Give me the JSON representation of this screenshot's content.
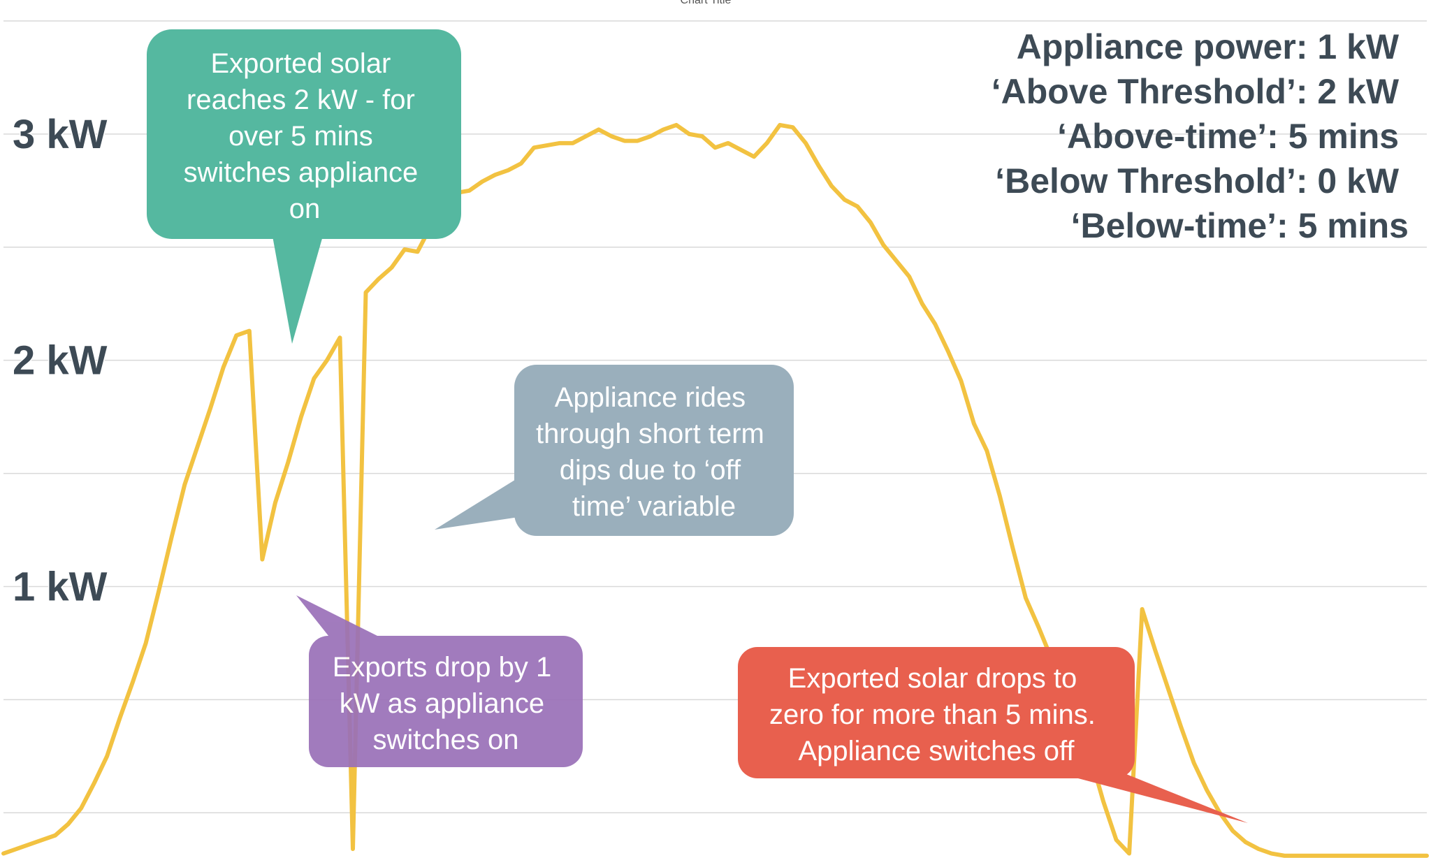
{
  "chart_data": {
    "type": "line",
    "title": "Chart Title",
    "xlabel": "",
    "ylabel": "",
    "ylim": [
      -0.2,
      3.5
    ],
    "y_ticks": [
      {
        "value": 3,
        "label": "3 kW"
      },
      {
        "value": 2,
        "label": "2 kW"
      },
      {
        "value": 1,
        "label": "1 kW"
      }
    ],
    "grid": true,
    "series": [
      {
        "color": "#f2c241",
        "x": [
          0,
          2,
          4,
          6,
          8,
          10,
          12,
          14,
          16,
          18,
          20,
          22,
          24,
          26,
          28,
          30,
          32,
          34,
          36,
          38,
          40,
          42,
          44,
          46,
          48,
          50,
          52,
          54,
          56,
          58,
          60,
          62,
          64,
          66,
          68,
          70,
          72,
          74,
          76,
          78,
          80,
          82,
          84,
          86,
          88,
          90,
          92,
          94,
          96,
          98,
          100,
          102,
          104,
          106,
          108,
          110,
          112,
          114,
          116,
          118,
          120,
          122,
          124,
          126,
          128,
          130,
          132,
          134,
          136,
          138,
          140,
          142,
          144,
          146,
          148,
          150,
          152,
          154,
          156,
          158,
          160,
          162,
          164,
          166,
          168,
          170,
          172,
          174,
          176,
          178,
          180,
          182,
          184,
          186,
          188,
          190,
          192,
          194,
          196,
          198,
          200,
          202,
          204,
          206,
          208,
          210,
          212,
          214,
          216,
          218,
          220
        ],
        "values": [
          -0.18,
          -0.16,
          -0.14,
          -0.12,
          -0.1,
          -0.05,
          0.02,
          0.13,
          0.25,
          0.42,
          0.58,
          0.75,
          0.98,
          1.22,
          1.45,
          1.62,
          1.79,
          1.97,
          2.11,
          2.13,
          1.12,
          1.37,
          1.55,
          1.75,
          1.92,
          2.0,
          2.1,
          -0.16,
          2.3,
          2.36,
          2.41,
          2.49,
          2.48,
          2.59,
          2.71,
          2.74,
          2.75,
          2.79,
          2.82,
          2.84,
          2.87,
          2.94,
          2.95,
          2.96,
          2.96,
          2.99,
          3.02,
          2.99,
          2.97,
          2.97,
          2.99,
          3.02,
          3.04,
          3.0,
          2.99,
          2.94,
          2.96,
          2.93,
          2.9,
          2.96,
          3.04,
          3.03,
          2.96,
          2.86,
          2.77,
          2.71,
          2.68,
          2.61,
          2.51,
          2.44,
          2.37,
          2.25,
          2.16,
          2.04,
          1.91,
          1.72,
          1.6,
          1.4,
          1.17,
          0.95,
          0.82,
          0.68,
          0.55,
          0.41,
          0.25,
          0.05,
          -0.12,
          -0.18,
          0.9,
          0.72,
          0.55,
          0.38,
          0.22,
          0.1,
          0.0,
          -0.08,
          -0.13,
          -0.16,
          -0.18,
          -0.19,
          -0.19,
          -0.19,
          -0.19,
          -0.19,
          -0.19,
          -0.19,
          -0.19,
          -0.19,
          -0.19,
          -0.19,
          -0.19
        ]
      }
    ]
  },
  "callouts": {
    "green": {
      "lines": [
        "Exported solar",
        "reaches 2 kW - for",
        "over 5 mins",
        "switches appliance",
        "on"
      ],
      "color": "#55b8a0"
    },
    "gray": {
      "lines": [
        "Appliance rides",
        "through short term",
        "dips due to ‘off",
        "time’ variable"
      ],
      "color": "#9aafbc"
    },
    "purple": {
      "lines": [
        "Exports drop by 1",
        "kW as appliance",
        "switches on"
      ],
      "color": "#9a70b8"
    },
    "red": {
      "lines": [
        "Exported solar drops to",
        "zero for more than 5 mins.",
        "Appliance switches off"
      ],
      "color": "#e8604e"
    }
  },
  "parameters": {
    "lines": [
      "Appliance power: 1 kW",
      "‘Above Threshold’: 2 kW",
      "‘Above-time’: 5 mins",
      "‘Below Threshold’: 0 kW",
      "‘Below-time’: 5 mins"
    ]
  }
}
